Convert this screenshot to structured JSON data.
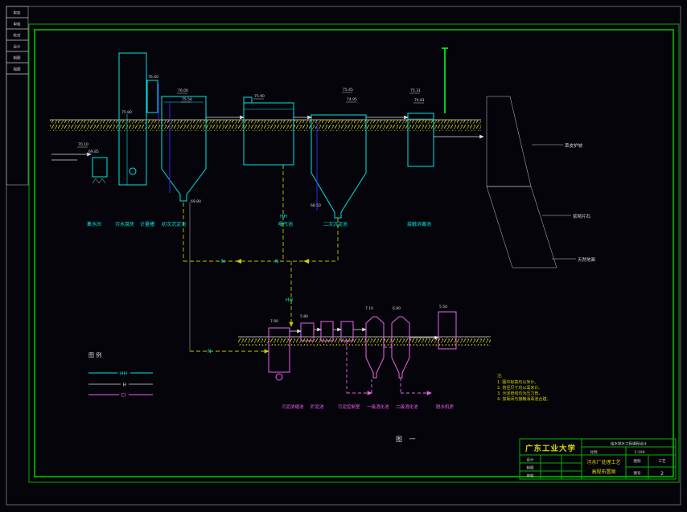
{
  "colors": {
    "frame_green": "#00b400",
    "process_cyan": "#00e6e6",
    "sludge_magenta": "#f060f0",
    "ground_yellow": "#c8c800",
    "annotation_white": "#dcdcdc",
    "chlorine_green": "#00ff2a"
  },
  "sign_strip": {
    "cells": [
      "审定",
      "审核",
      "校对",
      "设计",
      "制图",
      "描图"
    ]
  },
  "process_labels": [
    "集水间",
    "污水泵房",
    "计量槽",
    "初次沉淀池",
    "曝气池",
    "二次沉淀池",
    "接触消毒池"
  ],
  "sludge_labels": [
    "污泥浓缩池",
    "贮泥池",
    "污泥控制室",
    "一级消化池",
    "二级消化池",
    "脱水机房"
  ],
  "elevations": [
    "70.10",
    "69.85",
    "76.40",
    "75.80",
    "76.00",
    "75.50",
    "69.80",
    "75.90",
    "75.45",
    "74.95",
    "68.50",
    "75.31",
    "74.81",
    "7.00",
    "5.80",
    "7.10",
    "6.80",
    "5.50"
  ],
  "flow_tags": [
    "N",
    "N",
    "N",
    "HH",
    "HH"
  ],
  "legend": {
    "title": "图 例",
    "items": [
      "HH",
      "H",
      "Cl"
    ]
  },
  "slope_notes": [
    "草皮护坡",
    "浆砌片石",
    "天然地面"
  ],
  "notes": {
    "title": "注:",
    "lines": [
      "1. 图中标高均以米计。",
      "2. 管径尺寸均以毫米计。",
      "3. 污泥管线均为压力管。",
      "4. 加氯间与接触消毒池合建。"
    ]
  },
  "caption": "图 一",
  "title_block": {
    "university": "广东工业大学",
    "course": "给水排水工程课程设计",
    "scale_label": "比例",
    "scale_value": "1:100",
    "fields": [
      "设计",
      "制图",
      "审核"
    ],
    "project_line1": "污水厂处理工艺",
    "project_line2": "高程布置图",
    "type_label": "图别",
    "type_value": "工艺",
    "no_label": "图号",
    "no_value": "2"
  }
}
